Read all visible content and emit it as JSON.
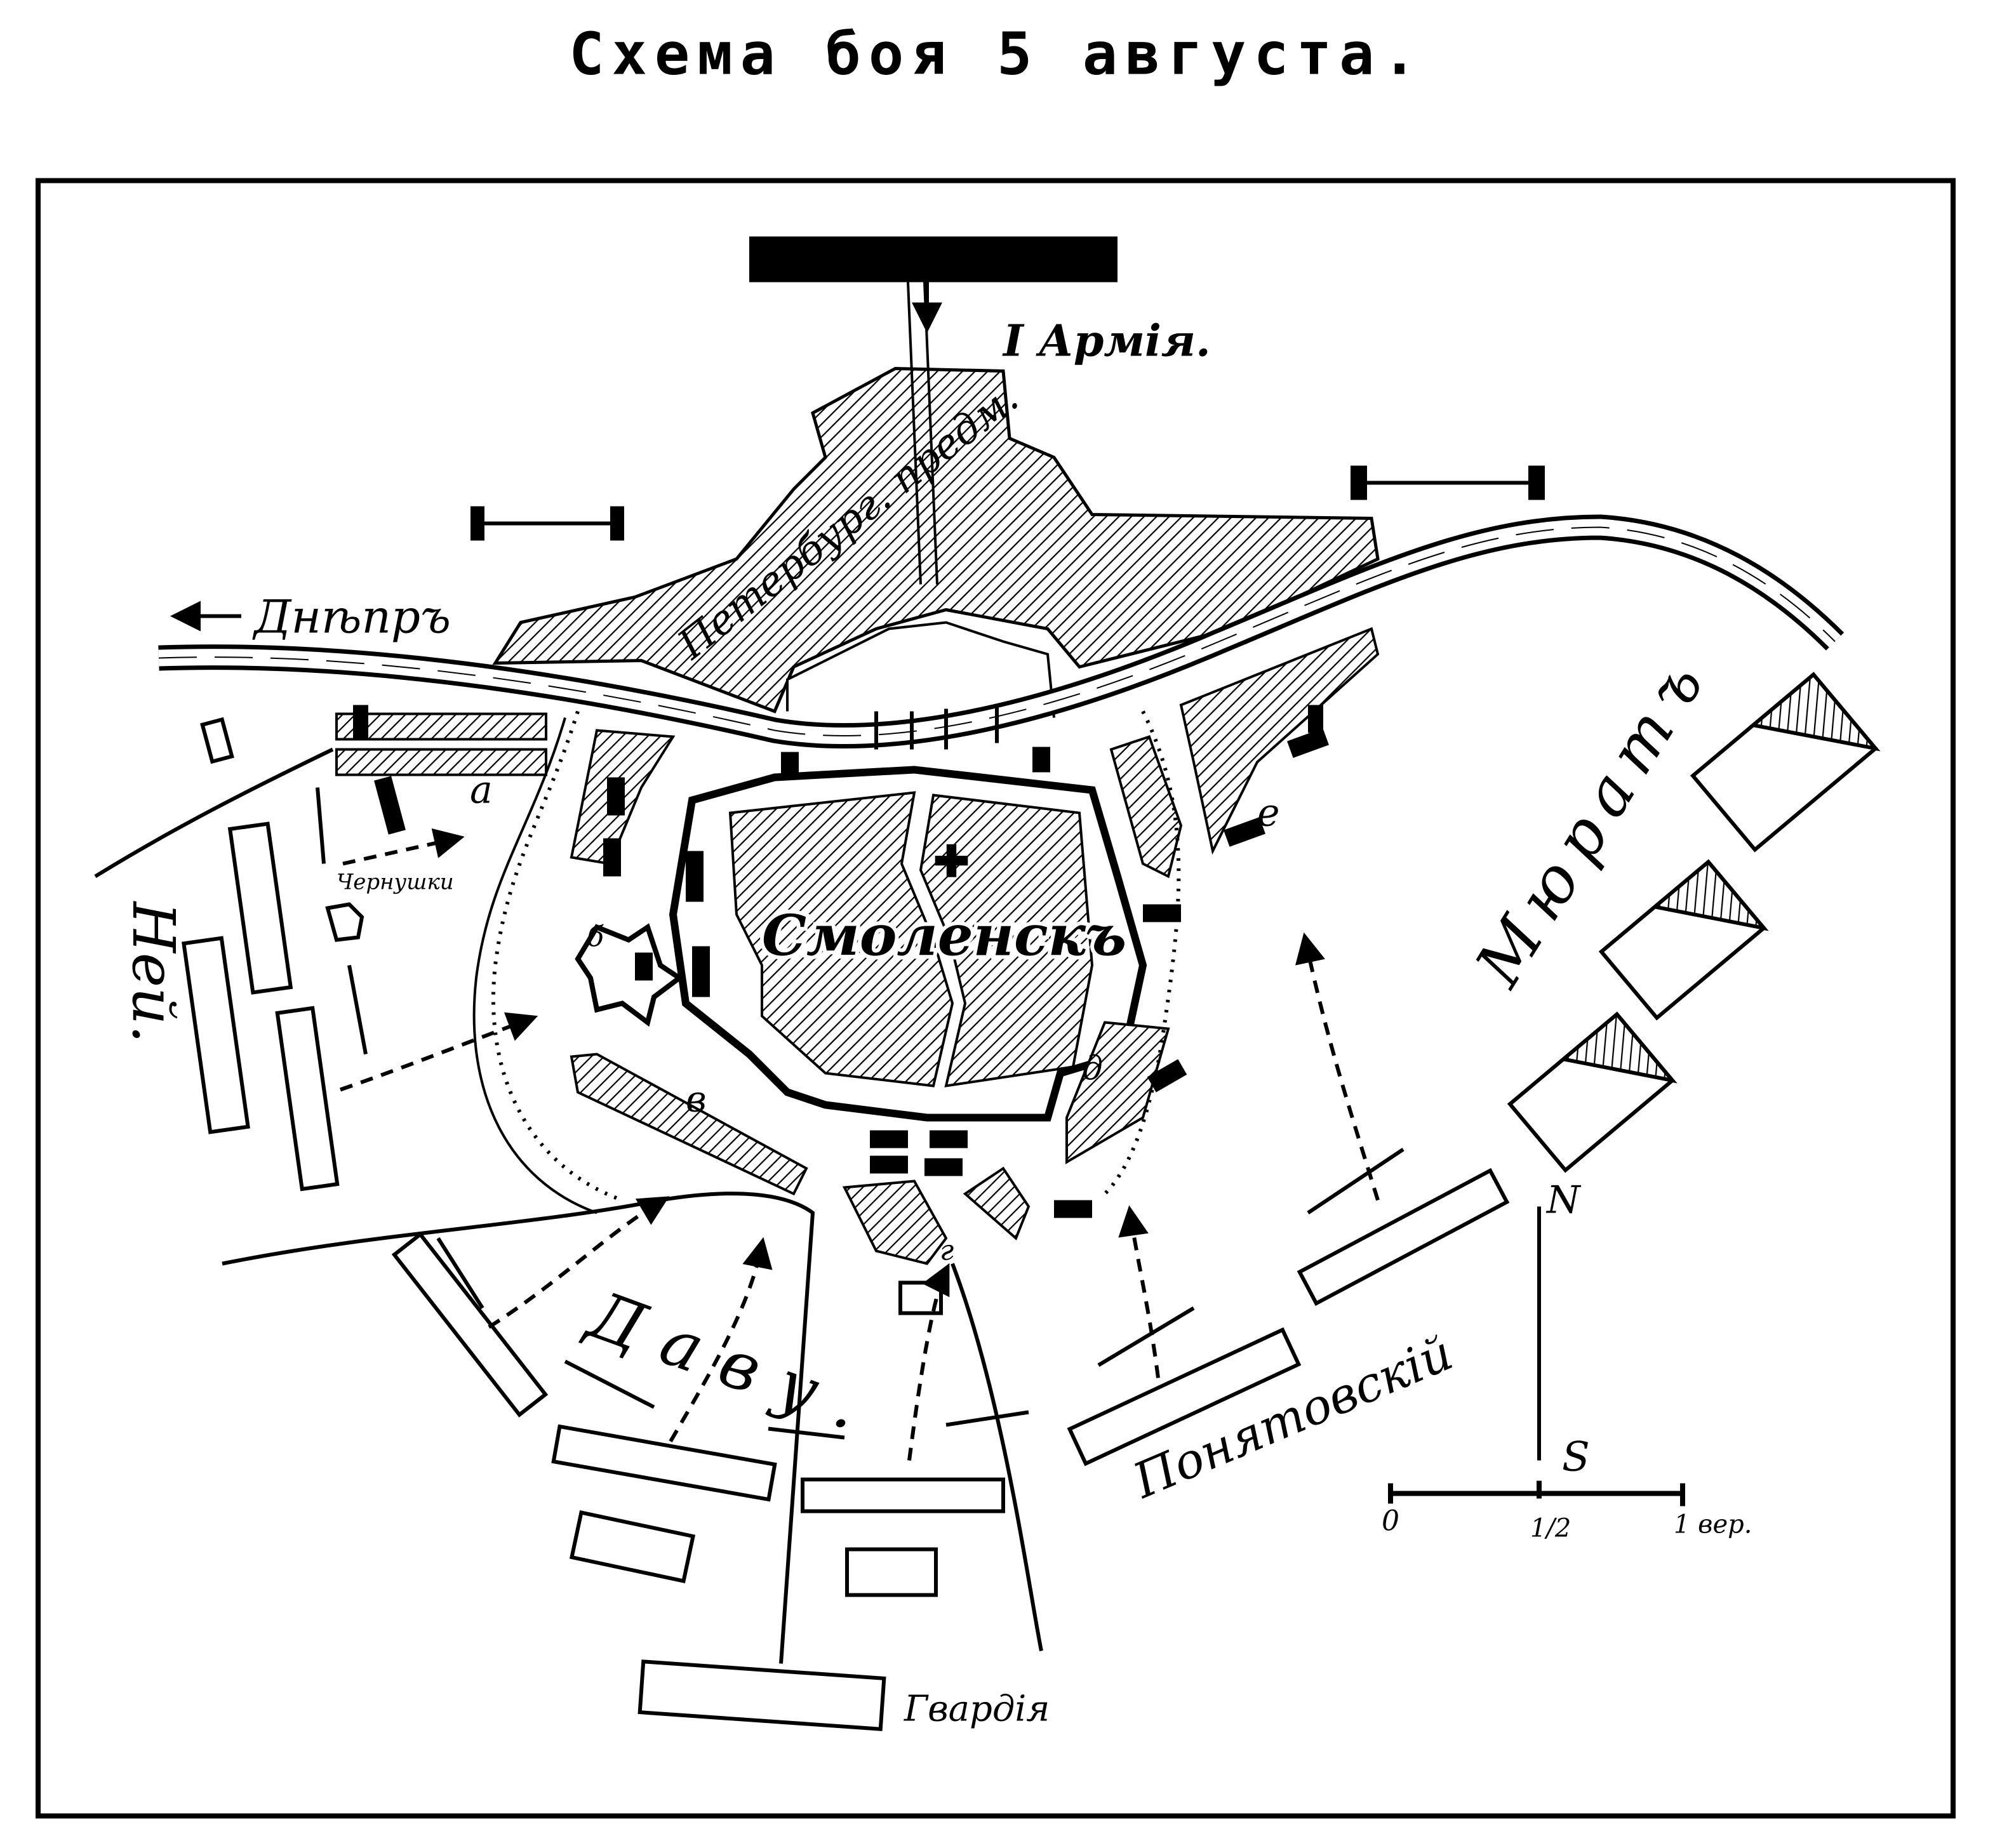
{
  "title": "Схема боя 5 августа.",
  "colors": {
    "ink": "#000000",
    "paper": "#ffffff"
  },
  "labels": {
    "first_army": "I Армія.",
    "suburb": "Петербург. предм.",
    "river": "Днѣпръ",
    "city": "Смоленскъ",
    "village": "Чернушки",
    "ney": "Ней.",
    "davout": "Даву.",
    "poniatowski": "Понятовскій",
    "murat": "Мюратъ",
    "guard": "Гвардія"
  },
  "point_letters": {
    "a": "а",
    "b": "б",
    "v": "в",
    "g": "г",
    "d": "д",
    "e": "е"
  },
  "compass": {
    "north": "N",
    "south": "S"
  },
  "scale": {
    "zero": "0",
    "half": "1/2",
    "one": "1 вер."
  }
}
